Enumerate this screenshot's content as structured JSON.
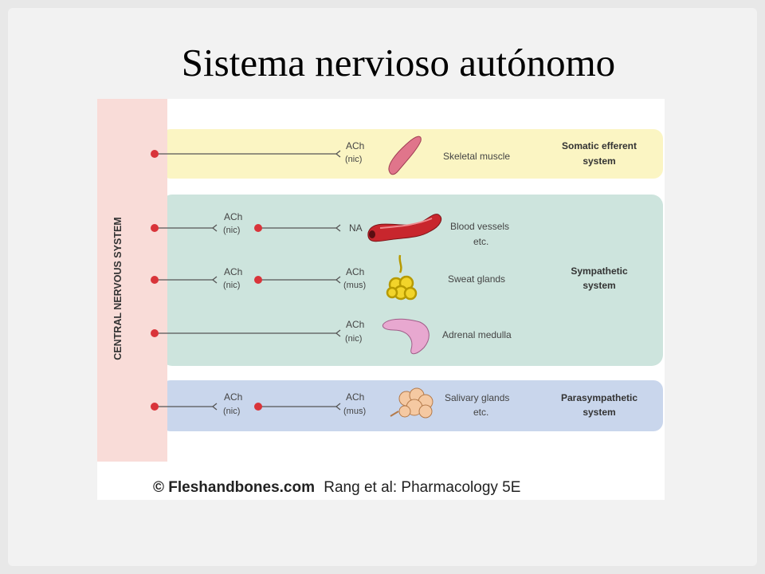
{
  "slide": {
    "title": "Sistema nervioso autónomo"
  },
  "diagram": {
    "cns_label": "CENTRAL NERVOUS SYSTEM",
    "systems": [
      {
        "id": "somatic",
        "label_line1": "Somatic efferent",
        "label_line2": "system",
        "color": "#fbf5c3"
      },
      {
        "id": "sympathetic",
        "label_line1": "Sympathetic",
        "label_line2": "system",
        "color": "#cde4dd"
      },
      {
        "id": "parasympathetic",
        "label_line1": "Parasympathetic",
        "label_line2": "system",
        "color": "#c9d6ec"
      }
    ],
    "pathways": [
      {
        "ganglion_transmitter": "",
        "ganglion_receptor": "",
        "target_transmitter": "ACh",
        "target_receptor": "(nic)",
        "organ_line1": "Skeletal muscle",
        "organ_line2": "",
        "organ_icon": "skeletal-muscle-icon"
      },
      {
        "ganglion_transmitter": "ACh",
        "ganglion_receptor": "(nic)",
        "target_transmitter": "NA",
        "target_receptor": "",
        "organ_line1": "Blood vessels",
        "organ_line2": "etc.",
        "organ_icon": "blood-vessel-icon"
      },
      {
        "ganglion_transmitter": "ACh",
        "ganglion_receptor": "(nic)",
        "target_transmitter": "ACh",
        "target_receptor": "(mus)",
        "organ_line1": "Sweat glands",
        "organ_line2": "",
        "organ_icon": "sweat-gland-icon"
      },
      {
        "ganglion_transmitter": "",
        "ganglion_receptor": "",
        "target_transmitter": "ACh",
        "target_receptor": "(nic)",
        "organ_line1": "Adrenal medulla",
        "organ_line2": "",
        "organ_icon": "adrenal-medulla-icon"
      },
      {
        "ganglion_transmitter": "ACh",
        "ganglion_receptor": "(nic)",
        "target_transmitter": "ACh",
        "target_receptor": "(mus)",
        "organ_line1": "Salivary glands",
        "organ_line2": "etc.",
        "organ_icon": "salivary-gland-icon"
      }
    ],
    "credit_source": "© Fleshandbones.com",
    "credit_ref": "Rang et al: Pharmacology 5E",
    "colors": {
      "cns": "#f9dcd8",
      "neuron_dot": "#d9343a",
      "line": "#555555"
    }
  }
}
